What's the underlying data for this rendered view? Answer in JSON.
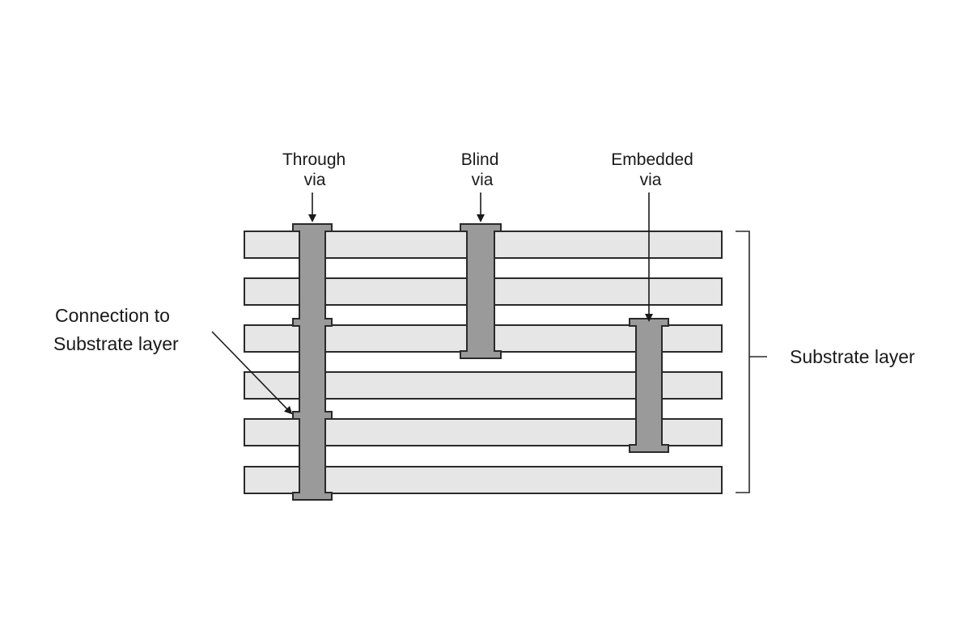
{
  "labels": {
    "through_via": [
      "Through",
      "via"
    ],
    "blind_via": [
      "Blind",
      "via"
    ],
    "embedded_via": [
      "Embedded",
      "via"
    ],
    "connection": [
      "Connection to",
      "Substrate layer"
    ],
    "substrate_layer": "Substrate layer"
  },
  "colors": {
    "layer_fill": "#e6e6e6",
    "via_fill": "#9a9a9a",
    "outline": "#2a2a2a",
    "text": "#1a1a1a"
  }
}
